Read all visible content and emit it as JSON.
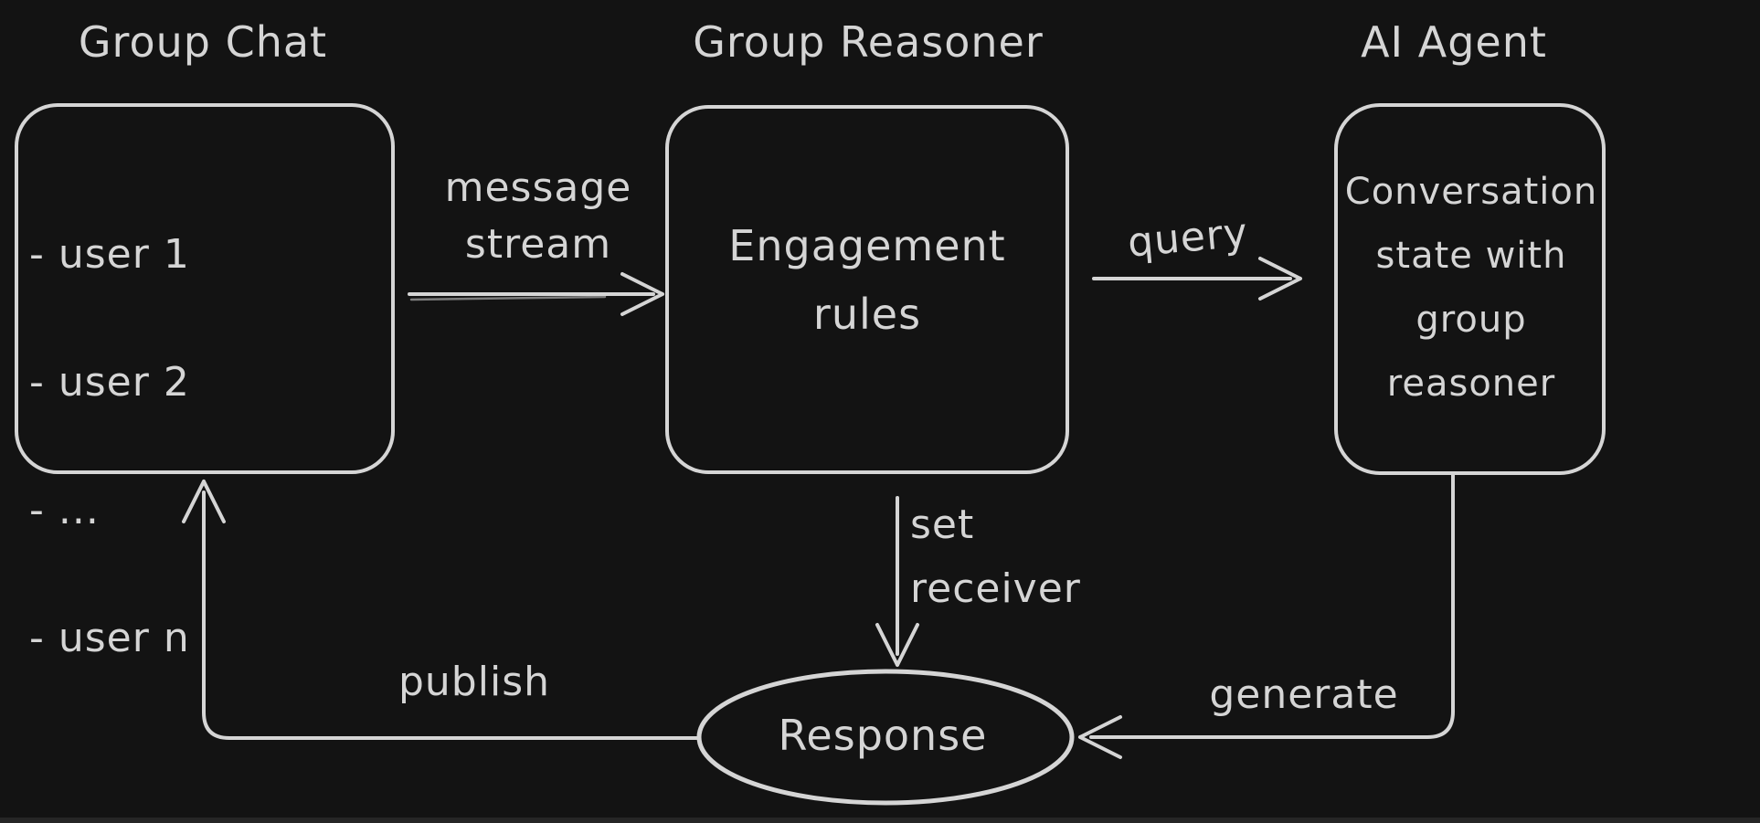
{
  "colors": {
    "background": "#131313",
    "stroke": "#d5d5d5",
    "text": "#d5d5d5",
    "bottom_edge": "#262626"
  },
  "titles": {
    "group_chat": "Group Chat",
    "group_reasoner": "Group Reasoner",
    "ai_agent": "AI Agent"
  },
  "nodes": {
    "group_chat": {
      "items": [
        "- user 1",
        "- user 2",
        "- ...",
        "- user n"
      ]
    },
    "group_reasoner": {
      "label": "Engagement\nrules"
    },
    "ai_agent": {
      "label": "Conversation\nstate with\ngroup\nreasoner"
    },
    "response": {
      "label": "Response"
    }
  },
  "edges": {
    "message_stream": {
      "label": "message\nstream"
    },
    "query": {
      "label": "query"
    },
    "set_receiver": {
      "label": "set\nreceiver"
    },
    "generate": {
      "label": "generate"
    },
    "publish": {
      "label": "publish"
    }
  }
}
